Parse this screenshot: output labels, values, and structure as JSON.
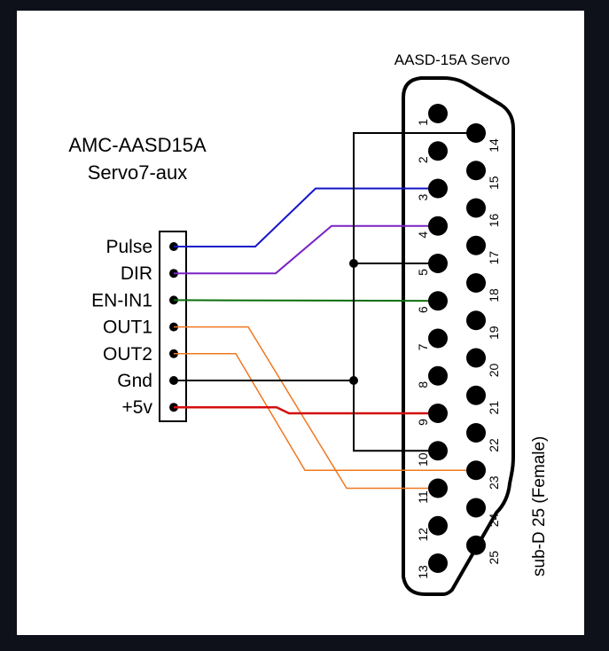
{
  "servo_title": "AASD-15A Servo",
  "controller": {
    "title_line1": "AMC-AASD15A",
    "title_line2": "Servo7-aux",
    "pins": [
      {
        "label": "Pulse",
        "to_pin": 3,
        "color": "#1414c8"
      },
      {
        "label": "DIR",
        "to_pin": 4,
        "color": "#7a22c4"
      },
      {
        "label": "EN-IN1",
        "to_pin": 6,
        "color": "#0a6e0a"
      },
      {
        "label": "OUT1",
        "to_pin": 11,
        "color": "#f07820"
      },
      {
        "label": "OUT2",
        "to_pin": 23,
        "color": "#f07820"
      },
      {
        "label": "Gnd",
        "to_pins": [
          5,
          10,
          14
        ],
        "color": "#000000"
      },
      {
        "label": "+5v",
        "to_pin": 9,
        "color": "#d40f0f"
      }
    ]
  },
  "connector": {
    "type_label": "sub-D 25 (Female)",
    "row1_pins": [
      "1",
      "2",
      "3",
      "4",
      "5",
      "6",
      "7",
      "8",
      "9",
      "10",
      "11",
      "12",
      "13"
    ],
    "row2_pins": [
      "14",
      "15",
      "16",
      "17",
      "18",
      "19",
      "20",
      "21",
      "22",
      "23",
      "24",
      "25"
    ]
  },
  "ground_bus": {
    "color": "#000000",
    "junctions": [
      "pin-5",
      "Gnd"
    ]
  }
}
